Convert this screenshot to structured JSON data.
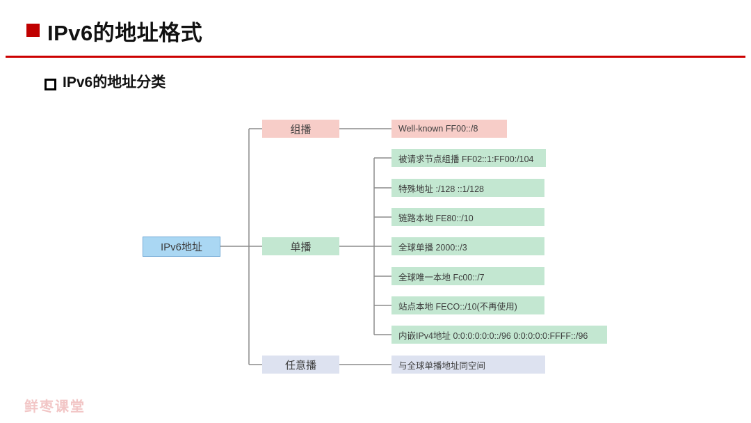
{
  "header": {
    "title": "IPv6的地址格式",
    "subtitle": "IPv6的地址分类"
  },
  "colors": {
    "accent_red": "#c00000",
    "rule_red": "#cc0000",
    "root_fill": "#aad7f3",
    "root_border": "#6fa8d6",
    "multicast_fill": "#f7cdc8",
    "unicast_fill": "#c3e7d1",
    "anycast_fill": "#dde2f0",
    "connector": "#8c8c8c",
    "watermark_pink": "#f2c6c6"
  },
  "tree": {
    "root": {
      "label": "IPv6地址"
    },
    "branches": [
      {
        "label": "组播",
        "children": [
          "Well-known FF00::/8"
        ]
      },
      {
        "label": "单播",
        "children": [
          "被请求节点组播 FF02::1:FF00:/104",
          "特殊地址 :/128 ::1/128",
          "链路本地 FE80::/10",
          "全球单播 2000::/3",
          "全球唯一本地 Fc00::/7",
          "站点本地 FECO::/10(不再使用)",
          "内嵌IPv4地址 0:0:0:0:0:0::/96 0:0:0:0:0:FFFF::/96"
        ]
      },
      {
        "label": "任意播",
        "children": [
          "与全球单播地址同空间"
        ]
      }
    ]
  },
  "footer": {
    "watermark": "鲜枣课堂"
  }
}
